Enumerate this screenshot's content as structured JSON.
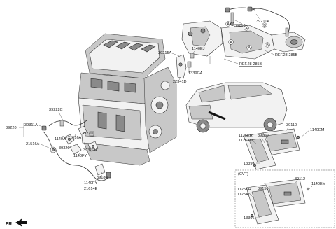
{
  "labels": {
    "l39210": "39210",
    "l39210a": "39210A",
    "l39215a": "39215A",
    "l1140ej": "1140EJ",
    "l1339ga": "1339GA",
    "l22341d": "22341D",
    "ref1": "REF.28-285B",
    "ref2": "REF.28-285B",
    "l39222c": "39222C",
    "l39220i": "39220I",
    "l39311a": "39311A",
    "l21516a": "21516A",
    "l1140jf": "1140JF",
    "l21516a2": "21516A",
    "l39220": "39220",
    "l39320": "39320",
    "l39310h": "39310H",
    "l1140fy": "1140FY",
    "l39180": "39180",
    "l1140fy2": "1140FY",
    "l21614e": "21614E",
    "l39110": "39110",
    "l1140em": "1140EM",
    "l1125kr": "1125KR",
    "l1125ad": "1125AD",
    "l39150": "39150",
    "l13396": "13396",
    "cvt": "(CVT)",
    "l39112": "39112",
    "l1140em2": "1140EM",
    "l1125kr2": "1125KR",
    "l1125ad2": "1125AD",
    "l39150b": "39150",
    "l13396b": "13396",
    "fr": "FR."
  },
  "circle_marks": [
    "A",
    "A",
    "A",
    "A",
    "B",
    "B"
  ]
}
